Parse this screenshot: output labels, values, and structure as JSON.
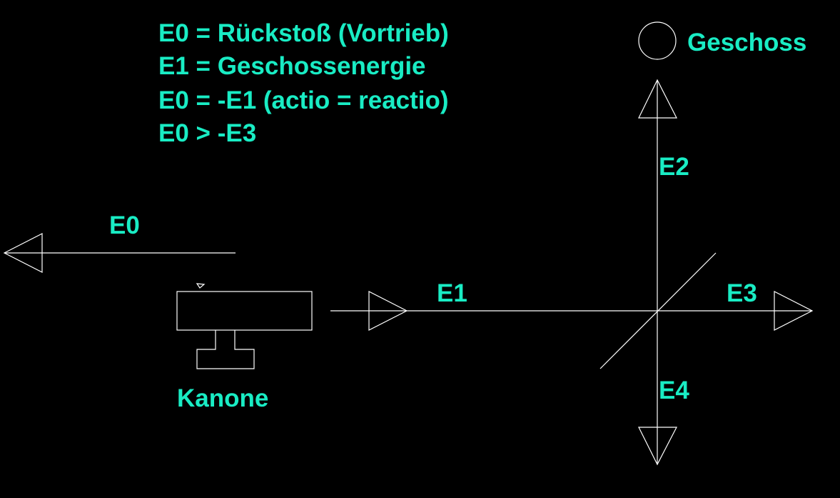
{
  "legend": {
    "lines": [
      "E0 = Rückstoß (Vortrieb)",
      "E1 = Geschossenergie",
      "E0 = -E1 (actio = reactio)",
      "E0 > -E3"
    ]
  },
  "labels": {
    "geschoss": "Geschoss",
    "kanone": "Kanone",
    "e0": "E0",
    "e1": "E1",
    "e2": "E2",
    "e3": "E3",
    "e4": "E4"
  },
  "colors": {
    "background": "#000000",
    "text": "#19ecc4",
    "lines": "#ffffff"
  }
}
